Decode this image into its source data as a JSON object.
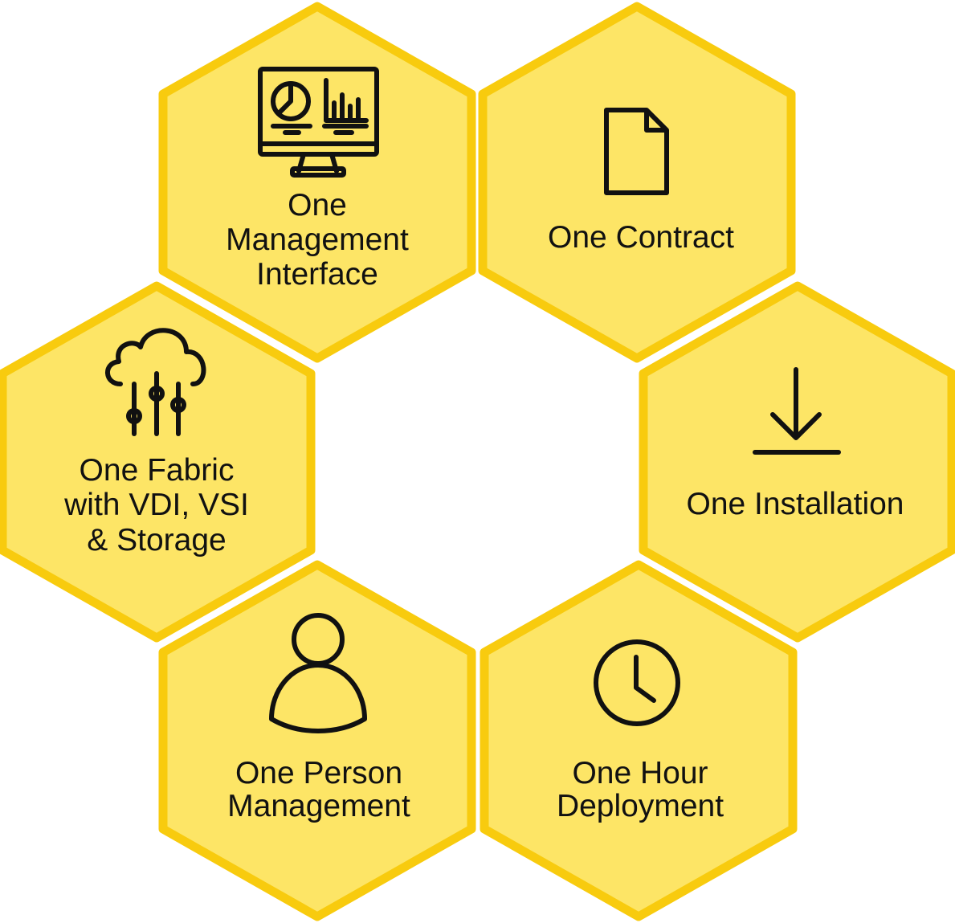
{
  "colors": {
    "fill": "#FDE566",
    "border": "#F8CB0E",
    "ink": "#111111"
  },
  "cells": [
    {
      "icon": "monitor-dashboard-icon",
      "lines": [
        "One",
        "Management",
        "Interface"
      ]
    },
    {
      "icon": "document-icon",
      "lines": [
        "One Contract"
      ]
    },
    {
      "icon": "cloud-network-icon",
      "lines": [
        "One Fabric",
        "with VDI, VSI",
        "& Storage"
      ]
    },
    {
      "icon": "download-icon",
      "lines": [
        "One Installation"
      ]
    },
    {
      "icon": "person-icon",
      "lines": [
        "One Person",
        "Management"
      ]
    },
    {
      "icon": "clock-icon",
      "lines": [
        "One Hour",
        "Deployment"
      ]
    }
  ]
}
